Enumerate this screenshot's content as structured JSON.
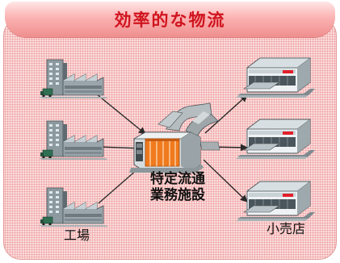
{
  "title": "効率的な物流",
  "hub": {
    "label_line1": "特定流通",
    "label_line2": "業務施設"
  },
  "sources": {
    "label": "工場",
    "icon": "factory-icon"
  },
  "destinations": {
    "label": "小売店",
    "icon": "retail-store-icon"
  },
  "colors": {
    "title_text": "#d0141e",
    "panel_dots": "#ee9a9a",
    "panel_bg": "#fbe3e3",
    "arrow": "#2a2a2a",
    "hub_orange": "#f07a1e"
  }
}
